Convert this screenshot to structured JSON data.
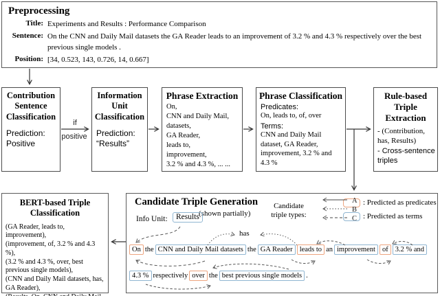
{
  "colors": {
    "predicate_box": "#eda47e",
    "term_box": "#8fb5d1"
  },
  "preprocessing": {
    "heading": "Preprocessing",
    "fields": [
      {
        "label": "Title:",
        "value": "Experiments and Results : Performance Comparison"
      },
      {
        "label": "Sentence:",
        "value": "On the CNN and Daily Mail datasets the GA Reader leads to an improvement of 3.2 % and 4.3 % respectively over the best previous single models ."
      },
      {
        "label": "Position:",
        "value": "[34, 0.523, 143, 0.726, 14, 0.667]"
      }
    ]
  },
  "stages": {
    "contribution": {
      "title": "Contribution Sentence Classification",
      "body": "Prediction:\nPositive"
    },
    "info_unit": {
      "title": "Information Unit Classification",
      "body": "Prediction:\n“Results”"
    },
    "phrase_extraction": {
      "title": "Phrase Extraction",
      "body": "On,\nCNN and Daily Mail,\ndatasets,\nGA Reader,\nleads to,\nimprovement,\n3.2 % and 4.3 %, ... ..."
    },
    "phrase_classification": {
      "title": "Phrase Classification",
      "predicates_label": "Predicates:",
      "predicates": "On, leads to, of, over",
      "terms_label": "Terms:",
      "terms": "CNN and Daily Mail dataset, GA Reader, improvement, 3.2 % and 4.3 %"
    },
    "rule_based": {
      "title": "Rule-based Triple Extraction",
      "item1": "- (Contribution, has, Results)",
      "item2": "- Cross-sentence triples"
    },
    "edge_if": "if",
    "edge_positive": "positive"
  },
  "bert": {
    "title": "BERT-based Triple Classification",
    "body": "(GA Reader, leads to, improvement),\n(improvement, of, 3.2 % and 4.3 %),\n(3.2 % and 4.3 %, over, best previous single models),\n(CNN and Daily Mail datasets, has, GA Reader),\n(Results, On, CNN and Daily Mail datasets)"
  },
  "candidate": {
    "title": "Candidate Triple Generation",
    "subtitle": "(shown partially)",
    "info_unit_label": "Info Unit:",
    "info_unit_value": "Results",
    "has_label": "has",
    "legend": {
      "label": "Candidate\ntriple types:",
      "types": [
        "A",
        "B",
        "C"
      ],
      "predicates_caption": ": Predicted as predicates",
      "terms_caption": ": Predicted as terms"
    },
    "sentence": {
      "line1": [
        {
          "t": "On",
          "k": "pred"
        },
        {
          "t": "the",
          "k": "plain"
        },
        {
          "t": "CNN and Daily Mail datasets",
          "k": "term"
        },
        {
          "t": "the",
          "k": "plain"
        },
        {
          "t": "GA Reader",
          "k": "term"
        },
        {
          "t": "leads to",
          "k": "pred"
        },
        {
          "t": "an",
          "k": "plain"
        },
        {
          "t": "improvement",
          "k": "term"
        },
        {
          "t": "of",
          "k": "pred"
        },
        {
          "t": "3.2 % and",
          "k": "term"
        }
      ],
      "line2": [
        {
          "t": "4.3 %",
          "k": "term"
        },
        {
          "t": "respectively",
          "k": "plain"
        },
        {
          "t": "over",
          "k": "pred"
        },
        {
          "t": "the",
          "k": "plain"
        },
        {
          "t": "best previous single models",
          "k": "term"
        },
        {
          "t": ".",
          "k": "plain"
        }
      ]
    }
  }
}
